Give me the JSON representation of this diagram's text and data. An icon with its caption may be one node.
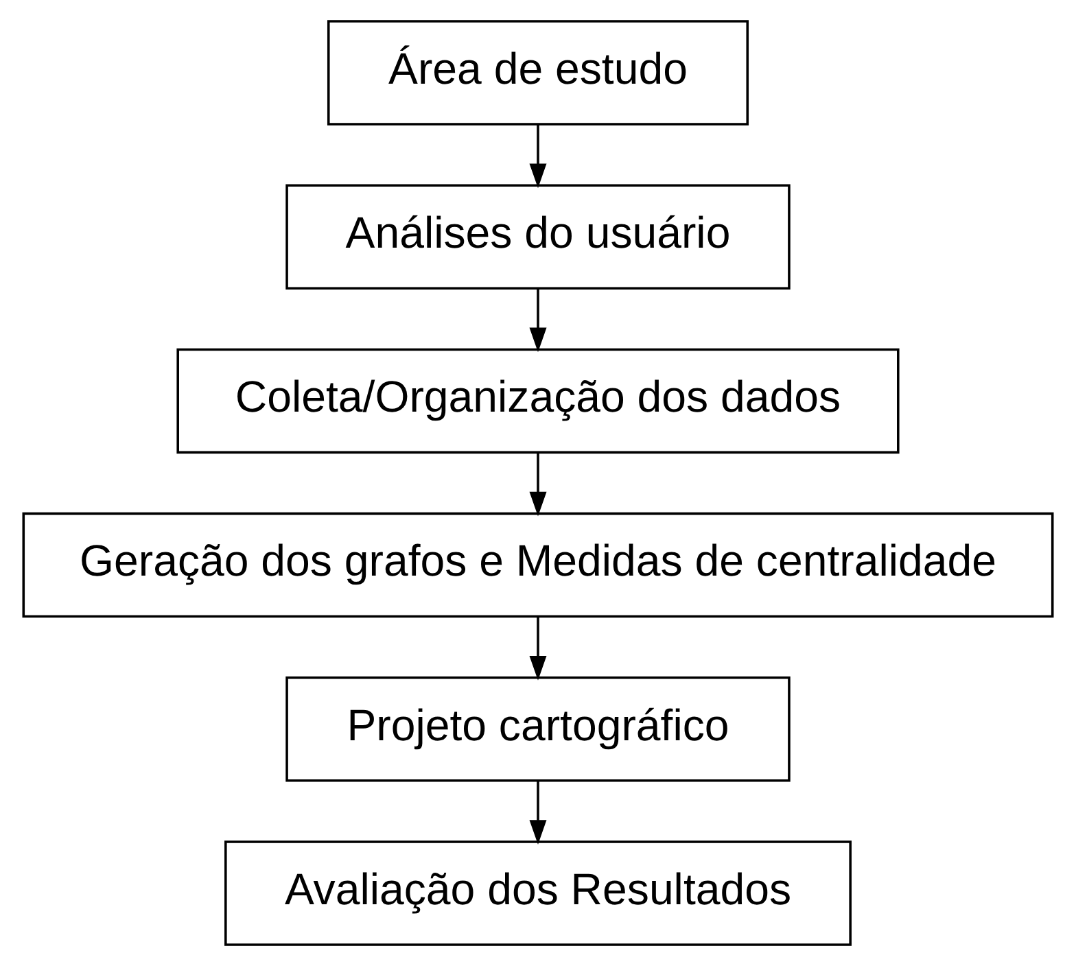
{
  "diagram": {
    "nodes": [
      {
        "text": [
          "Área de estudo"
        ]
      },
      {
        "text": [
          "Análises do usuário"
        ]
      },
      {
        "text": [
          "Coleta/Organização dos dados"
        ]
      },
      {
        "text": [
          "Geração dos grafos e Medidas de centralidade"
        ]
      },
      {
        "text": [
          "Projeto cartográfico"
        ]
      },
      {
        "text": [
          "Avaliação dos Resultados"
        ]
      }
    ],
    "edges": [
      {
        "from": 0,
        "to": 1,
        "arrow": "to"
      },
      {
        "from": 1,
        "to": 2,
        "arrow": "to"
      },
      {
        "from": 2,
        "to": 3,
        "arrow": "to"
      },
      {
        "from": 3,
        "to": 4,
        "arrow": "to"
      },
      {
        "from": 4,
        "to": 5,
        "arrow": "to"
      }
    ]
  }
}
